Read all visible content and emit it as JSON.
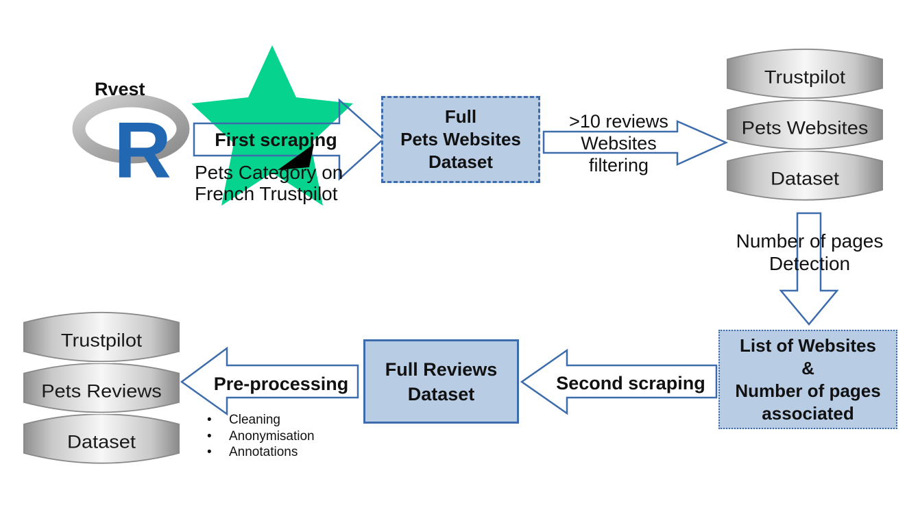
{
  "colors": {
    "accent_blue": "#3c6cac",
    "box_fill": "#b8cce4",
    "star_green": "#06d48e",
    "r_blue": "#2267b2",
    "db_gray_edge": "#8f8f8f",
    "text": "#111111"
  },
  "logo": {
    "label": "Rvest",
    "letter": "R"
  },
  "first_arrow": {
    "label": "First scraping",
    "note1": "Pets Category on",
    "note2": "French Trustpilot"
  },
  "full_pets_box": {
    "line1": "Full",
    "line2": "Pets Websites",
    "line3": "Dataset"
  },
  "filter_arrow": {
    "line1": ">10 reviews",
    "line2": "Websites",
    "line3": "filtering"
  },
  "db_websites": {
    "seg1": "Trustpilot",
    "seg2": "Pets Websites",
    "seg3": "Dataset"
  },
  "detect_arrow": {
    "line1": "Number of pages",
    "line2": "Detection"
  },
  "list_box": {
    "line1": "List of Websites",
    "line2": "&",
    "line3": "Number of pages",
    "line4": "associated"
  },
  "second_arrow": {
    "label": "Second scraping"
  },
  "full_reviews_box": {
    "line1": "Full Reviews",
    "line2": "Dataset"
  },
  "pre_arrow": {
    "label": "Pre-processing",
    "bullet_char": "•",
    "bullet1": "Cleaning",
    "bullet2": "Anonymisation",
    "bullet3": "Annotations"
  },
  "db_reviews": {
    "seg1": "Trustpilot",
    "seg2": "Pets Reviews",
    "seg3": "Dataset"
  }
}
